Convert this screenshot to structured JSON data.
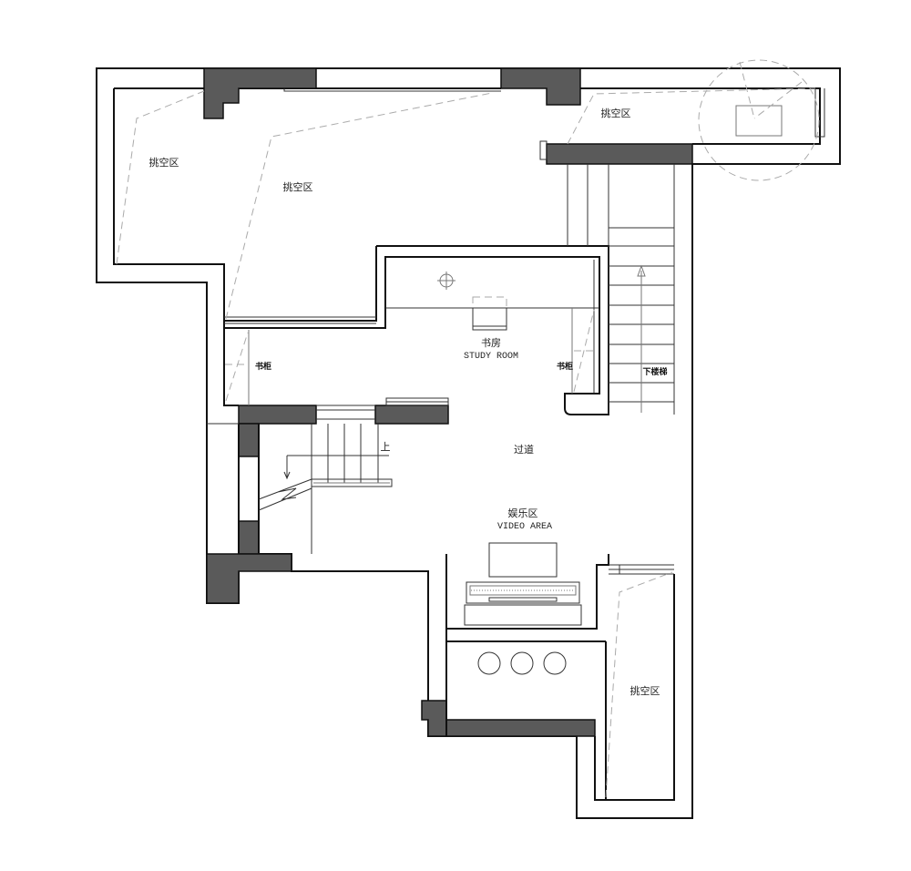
{
  "plan": {
    "void_labels": [
      "挑空区",
      "挑空区",
      "挑空区",
      "挑空区"
    ],
    "study_room": {
      "cn": "书房",
      "en": "STUDY ROOM"
    },
    "bookcase_labels": [
      "书柜",
      "书柜"
    ],
    "stairs_down": "下楼梯",
    "stairs_up": "上",
    "corridor": "过道",
    "video_area": {
      "cn": "娱乐区",
      "en": "VIDEO AREA"
    }
  },
  "colors": {
    "wall": "#111111",
    "column_fill": "#5a5a5a",
    "dashed": "#aaaaaa"
  }
}
